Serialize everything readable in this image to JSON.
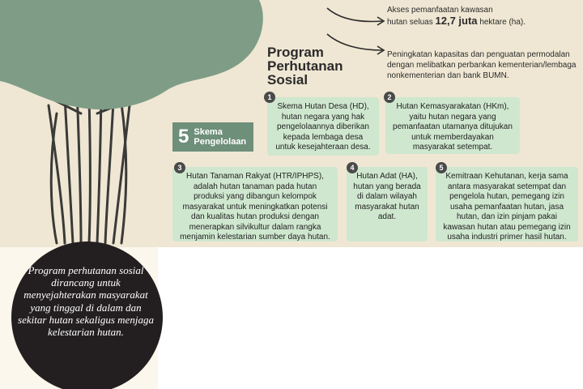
{
  "title_lines": [
    "Program",
    "Perhutanan",
    "Sosial"
  ],
  "note1": {
    "line1": "Akses pemanfaatan kawasan",
    "line2_pre": "hutan seluas",
    "line2_big": "12,7 juta",
    "line2_post": "hektare (ha)."
  },
  "note2": "Peningkatan kapasitas dan penguatan permodalan dengan melibatkan perbankan kementerian/lembaga nonkementerian dan bank BUMN.",
  "skema": {
    "number": "5",
    "label_line1": "Skema",
    "label_line2": "Pengelolaan"
  },
  "cards": [
    {
      "number": "1",
      "text": "Skema Hutan Desa (HD), hutan negara yang hak pengelolaannya diberikan kepada lembaga desa untuk kesejahteraan desa."
    },
    {
      "number": "2",
      "text": "Hutan Kemasyarakatan (HKm), yaitu hutan negara yang pemanfaatan utamanya ditujukan untuk memberdayakan masyarakat setempat."
    },
    {
      "number": "3",
      "text": "Hutan Tanaman Rakyat (HTR/IPHPS), adalah hutan tanaman pada hutan produksi yang dibangun kelompok masyarakat untuk meningkatkan potensi dan kualitas hutan produksi dengan menerapkan silvikultur dalam rangka menjamin kelestarian sumber daya hutan."
    },
    {
      "number": "4",
      "text": "Hutan Adat (HA), hutan yang berada di dalam wilayah masyarakat hutan adat."
    },
    {
      "number": "5",
      "text": "Kemitraan Kehutanan, kerja sama antara masyarakat setempat dan pengelola hutan, pemegang izin usaha pemanfaatan hutan, jasa hutan, dan izin pinjam pakai kawasan hutan atau pemegang izin usaha industri primer hasil hutan."
    }
  ],
  "circle_text": "Program perhutanan sosial dirancang untuk menyejahterakan masyarakat yang tinggal di dalam dan sekitar hutan sekaligus menjaga kelestarian hutan.",
  "colors": {
    "canopy": "#7f9d86",
    "trunk": "#3a3a38",
    "card": "#cfe7cf",
    "skema": "#6e8f7a",
    "circle": "#231f20",
    "panel": "#efe7d3"
  }
}
